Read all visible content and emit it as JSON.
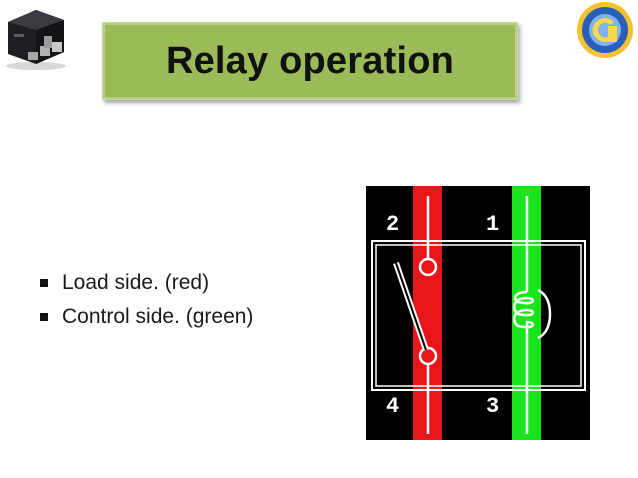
{
  "slide": {
    "title": "Relay operation",
    "bullets": [
      "Load side. (red)",
      "Control side. (green)"
    ]
  },
  "diagram": {
    "terminals": {
      "top_left": "2",
      "top_right": "1",
      "bottom_left": "4",
      "bottom_right": "3"
    },
    "colors": {
      "load_side": "#e8161b",
      "control_side": "#19e51c",
      "background": "#000000",
      "wire": "#ffffff"
    }
  },
  "colors": {
    "title_bg": "#9bbb59"
  }
}
